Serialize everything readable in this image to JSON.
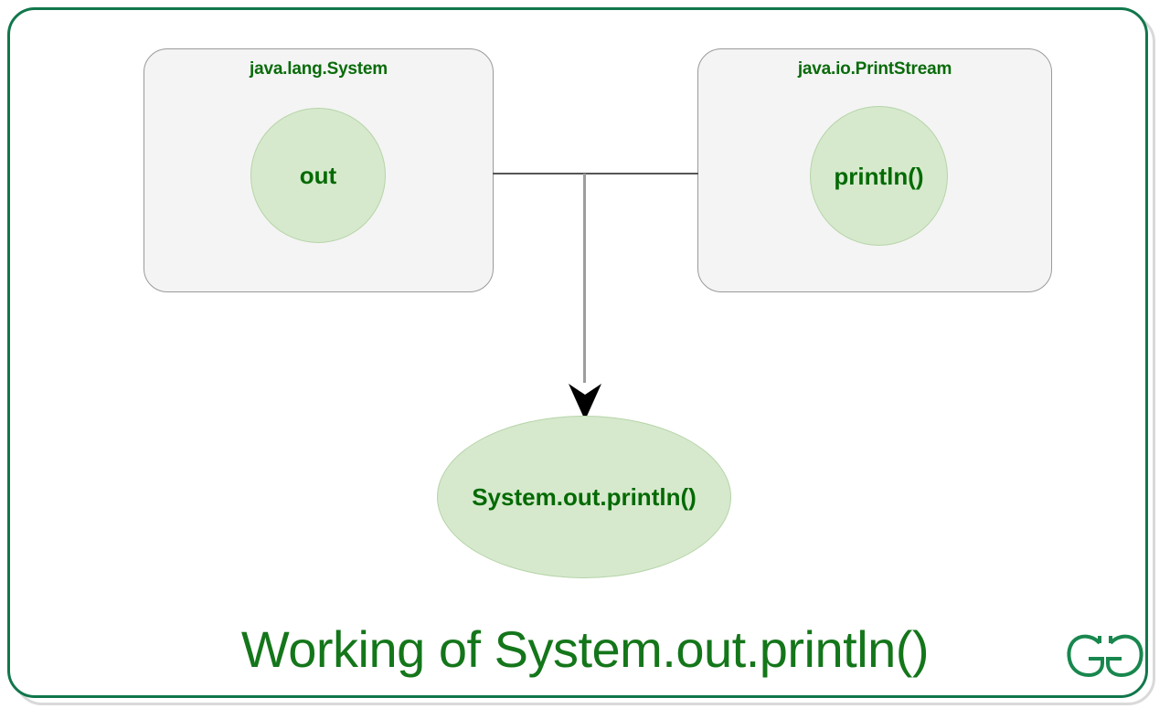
{
  "diagram": {
    "title": "Working of System.out.println()",
    "accent_color": "#11774b",
    "text_color": "#046a04",
    "node_fill": "#d6e9cd",
    "box_fill": "#f4f4f4",
    "boxes": [
      {
        "id": "java-lang-system",
        "title": "java.lang.System",
        "member": "out"
      },
      {
        "id": "java-io-printstream",
        "title": "java.io.PrintStream",
        "member": "println()"
      }
    ],
    "result": {
      "label": "System.out.println()"
    },
    "connectors": [
      {
        "id": "system-to-printstream",
        "type": "line"
      },
      {
        "id": "junction-to-result",
        "type": "arrow"
      }
    ],
    "logo": {
      "name": "geeksforgeeks-logo",
      "text": "GG"
    }
  }
}
